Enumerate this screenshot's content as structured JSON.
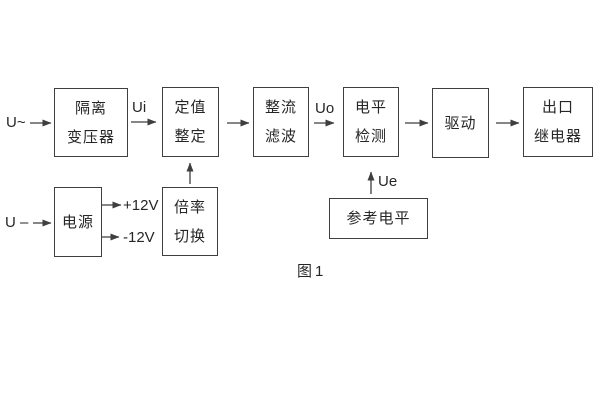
{
  "colors": {
    "line": "#3f3f3f",
    "text": "#262626",
    "background": "#ffffff"
  },
  "caption": "图1",
  "inputs": {
    "ac_label": "U~",
    "dc_label": "U –"
  },
  "signals": {
    "ui": "Ui",
    "uo": "Uo",
    "ue": "Ue",
    "plus_rail": "+12V",
    "minus_rail": "-12V"
  },
  "blocks": {
    "isolation_transformer": {
      "line1": "隔离",
      "line2": "变压器"
    },
    "setting_adjust": {
      "line1": "定值",
      "line2": "整定"
    },
    "rectifier_filter": {
      "line1": "整流",
      "line2": "滤波"
    },
    "level_detect": {
      "line1": "电平",
      "line2": "检测"
    },
    "drive": {
      "line1": "驱动"
    },
    "output_relay": {
      "line1": "出口",
      "line2": "继电器"
    },
    "power_supply": {
      "line1": "电源"
    },
    "ratio_switch": {
      "line1": "倍率",
      "line2": "切换"
    },
    "reference_level": {
      "line1": "参考电平"
    }
  }
}
